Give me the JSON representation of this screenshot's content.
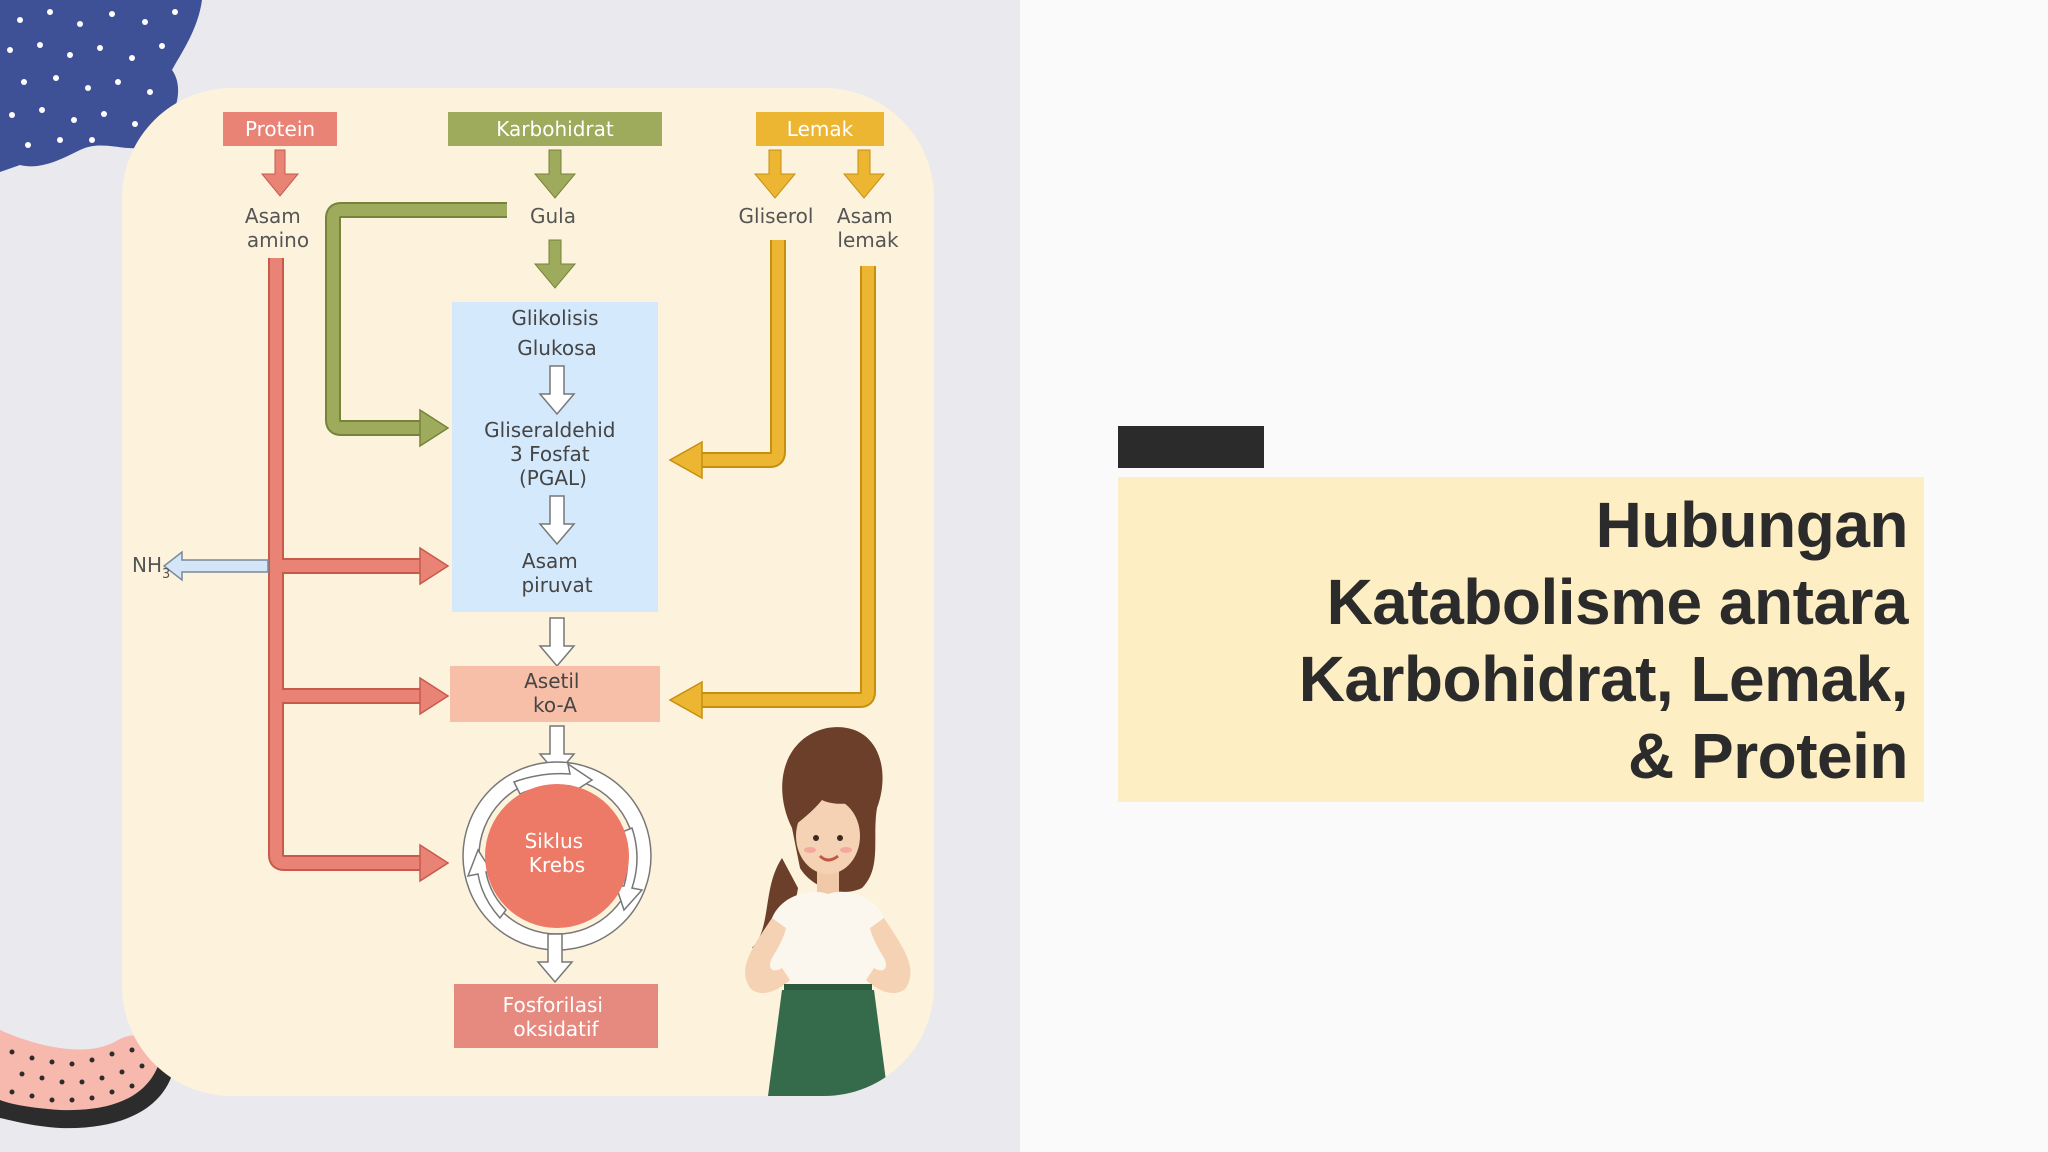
{
  "slide": {
    "title_lines": [
      "Hubungan",
      "Katabolisme antara",
      "Karbohidrat, Lemak,",
      "& Protein"
    ]
  },
  "diagram": {
    "sources": {
      "protein": "Protein",
      "karbohidrat": "Karbohidrat",
      "lemak": "Lemak"
    },
    "intermediates": {
      "asam_amino": [
        "Asam",
        "amino"
      ],
      "gula": "Gula",
      "gliserol": "Gliserol",
      "asam_lemak": [
        "Asam",
        "lemak"
      ]
    },
    "glikolisis_box": {
      "title": "Glikolisis",
      "glukosa": "Glukosa",
      "pgal": [
        "Gliseraldehid",
        "3 Fosfat",
        "(PGAL)"
      ],
      "asam_piruvat": [
        "Asam",
        "piruvat"
      ]
    },
    "nh3": {
      "base": "NH",
      "subscript": "3"
    },
    "asetil_koa": [
      "Asetil",
      "ko-A"
    ],
    "siklus_krebs": [
      "Siklus",
      "Krebs"
    ],
    "fosforilasi": [
      "Fosforilasi",
      "oksidatif"
    ],
    "colors": {
      "protein": "#e98376",
      "karbohidrat": "#9eaa5c",
      "lemak": "#edb632",
      "glikolisis_bg": "#d4e9fb",
      "asetil_bg": "#f7bfa8",
      "krebs": "#ec7a66",
      "fosforilasi_bg": "#e6897e",
      "nh3_arrow": "#d3e5f6"
    }
  }
}
